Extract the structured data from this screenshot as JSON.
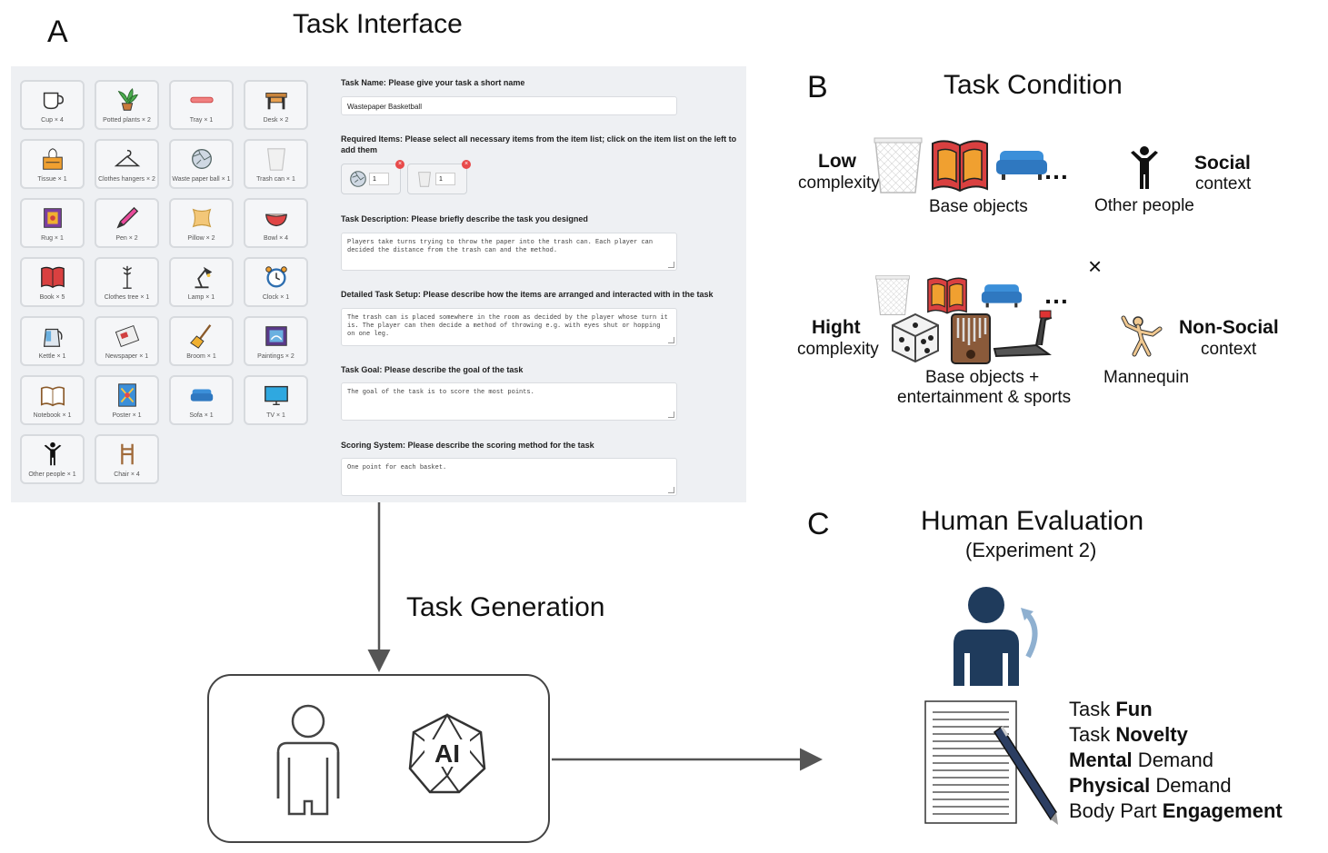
{
  "panel_a": {
    "letter": "A",
    "title": "Task Interface",
    "items": [
      {
        "label": "Cup × 4",
        "icon": "cup-icon"
      },
      {
        "label": "Potted plants × 2",
        "icon": "potted-plant-icon"
      },
      {
        "label": "Tray × 1",
        "icon": "tray-icon"
      },
      {
        "label": "Desk × 2",
        "icon": "desk-icon"
      },
      {
        "label": "Tissue × 1",
        "icon": "tissue-box-icon"
      },
      {
        "label": "Clothes hangers × 2",
        "icon": "clothes-hanger-icon"
      },
      {
        "label": "Waste paper ball × 1",
        "icon": "paper-ball-icon"
      },
      {
        "label": "Trash can × 1",
        "icon": "trash-can-icon"
      },
      {
        "label": "Rug × 1",
        "icon": "rug-icon"
      },
      {
        "label": "Pen × 2",
        "icon": "pen-icon"
      },
      {
        "label": "Pillow × 2",
        "icon": "pillow-icon"
      },
      {
        "label": "Bowl × 4",
        "icon": "bowl-icon"
      },
      {
        "label": "Book × 5",
        "icon": "book-icon"
      },
      {
        "label": "Clothes tree × 1",
        "icon": "clothes-tree-icon"
      },
      {
        "label": "Lamp × 1",
        "icon": "lamp-icon"
      },
      {
        "label": "Clock × 1",
        "icon": "alarm-clock-icon"
      },
      {
        "label": "Kettle × 1",
        "icon": "kettle-icon"
      },
      {
        "label": "Newspaper × 1",
        "icon": "newspaper-icon"
      },
      {
        "label": "Broom × 1",
        "icon": "broom-icon"
      },
      {
        "label": "Paintings × 2",
        "icon": "painting-icon"
      },
      {
        "label": "Notebook × 1",
        "icon": "notebook-icon"
      },
      {
        "label": "Poster × 1",
        "icon": "poster-icon"
      },
      {
        "label": "Sofa × 1",
        "icon": "sofa-icon"
      },
      {
        "label": "TV × 1",
        "icon": "tv-icon"
      },
      {
        "label": "Other people × 1",
        "icon": "person-icon"
      },
      {
        "label": "Chair × 4",
        "icon": "chair-icon"
      }
    ],
    "form": {
      "task_name_label": "Task Name: Please give your task a short name",
      "task_name_value": "Wastepaper Basketball",
      "required_items_label": "Required Items: Please select all necessary items from the item list; click on the item list on the left to add them",
      "selected_items": [
        {
          "icon": "paper-ball-icon",
          "qty": "1"
        },
        {
          "icon": "trash-can-icon",
          "qty": "1"
        }
      ],
      "description_label": "Task Description: Please briefly describe the task you designed",
      "description_value": "Players take turns trying to throw the paper into the trash can. Each player can decided the distance from the trash can and the method.",
      "setup_label": "Detailed Task Setup: Please describe how the items are arranged and interacted with in the task",
      "setup_value": "The trash can is placed somewhere in the room as decided by the player whose turn it is. The player can then decide a method of throwing e.g. with eyes shut or hopping on one leg.",
      "goal_label": "Task Goal: Please describe the goal of the task",
      "goal_value": "The goal of the task is to score the most points.",
      "scoring_label": "Scoring System: Please describe the scoring method for the task",
      "scoring_value": "One point for each basket."
    }
  },
  "panel_b": {
    "letter": "B",
    "title": "Task Condition",
    "low_bold": "Low",
    "low_sub": "complexity",
    "high_bold": "Hight",
    "high_sub": "complexity",
    "base_objects": "Base objects",
    "base_plus_1": "Base objects +",
    "base_plus_2": "entertainment & sports",
    "ellipsis": "…",
    "social_bold": "Social",
    "social_sub": "context",
    "other_people": "Other people",
    "nonsocial_bold": "Non-Social",
    "nonsocial_sub": "context",
    "mannequin": "Mannequin",
    "times": "×"
  },
  "panel_c": {
    "letter": "C",
    "title": "Human Evaluation",
    "subtitle": "(Experiment 2)",
    "metrics": [
      {
        "plain": "Task ",
        "bold": "Fun",
        "order": "plain-bold"
      },
      {
        "plain": "Task ",
        "bold": "Novelty",
        "order": "plain-bold"
      },
      {
        "bold": "Mental",
        "plain": " Demand",
        "order": "bold-plain"
      },
      {
        "bold": "Physical",
        "plain": " Demand",
        "order": "bold-plain"
      },
      {
        "plain": "Body Part ",
        "bold": "Engagement",
        "order": "plain-bold"
      }
    ]
  },
  "flow": {
    "task_generation": "Task Generation",
    "ai_label": "AI"
  },
  "colors": {
    "panel_bg": "#eef0f3",
    "dark_figure": "#1f3b5c",
    "arrow": "#555555",
    "book_red": "#d94040",
    "sofa_blue": "#3b8fd9"
  }
}
